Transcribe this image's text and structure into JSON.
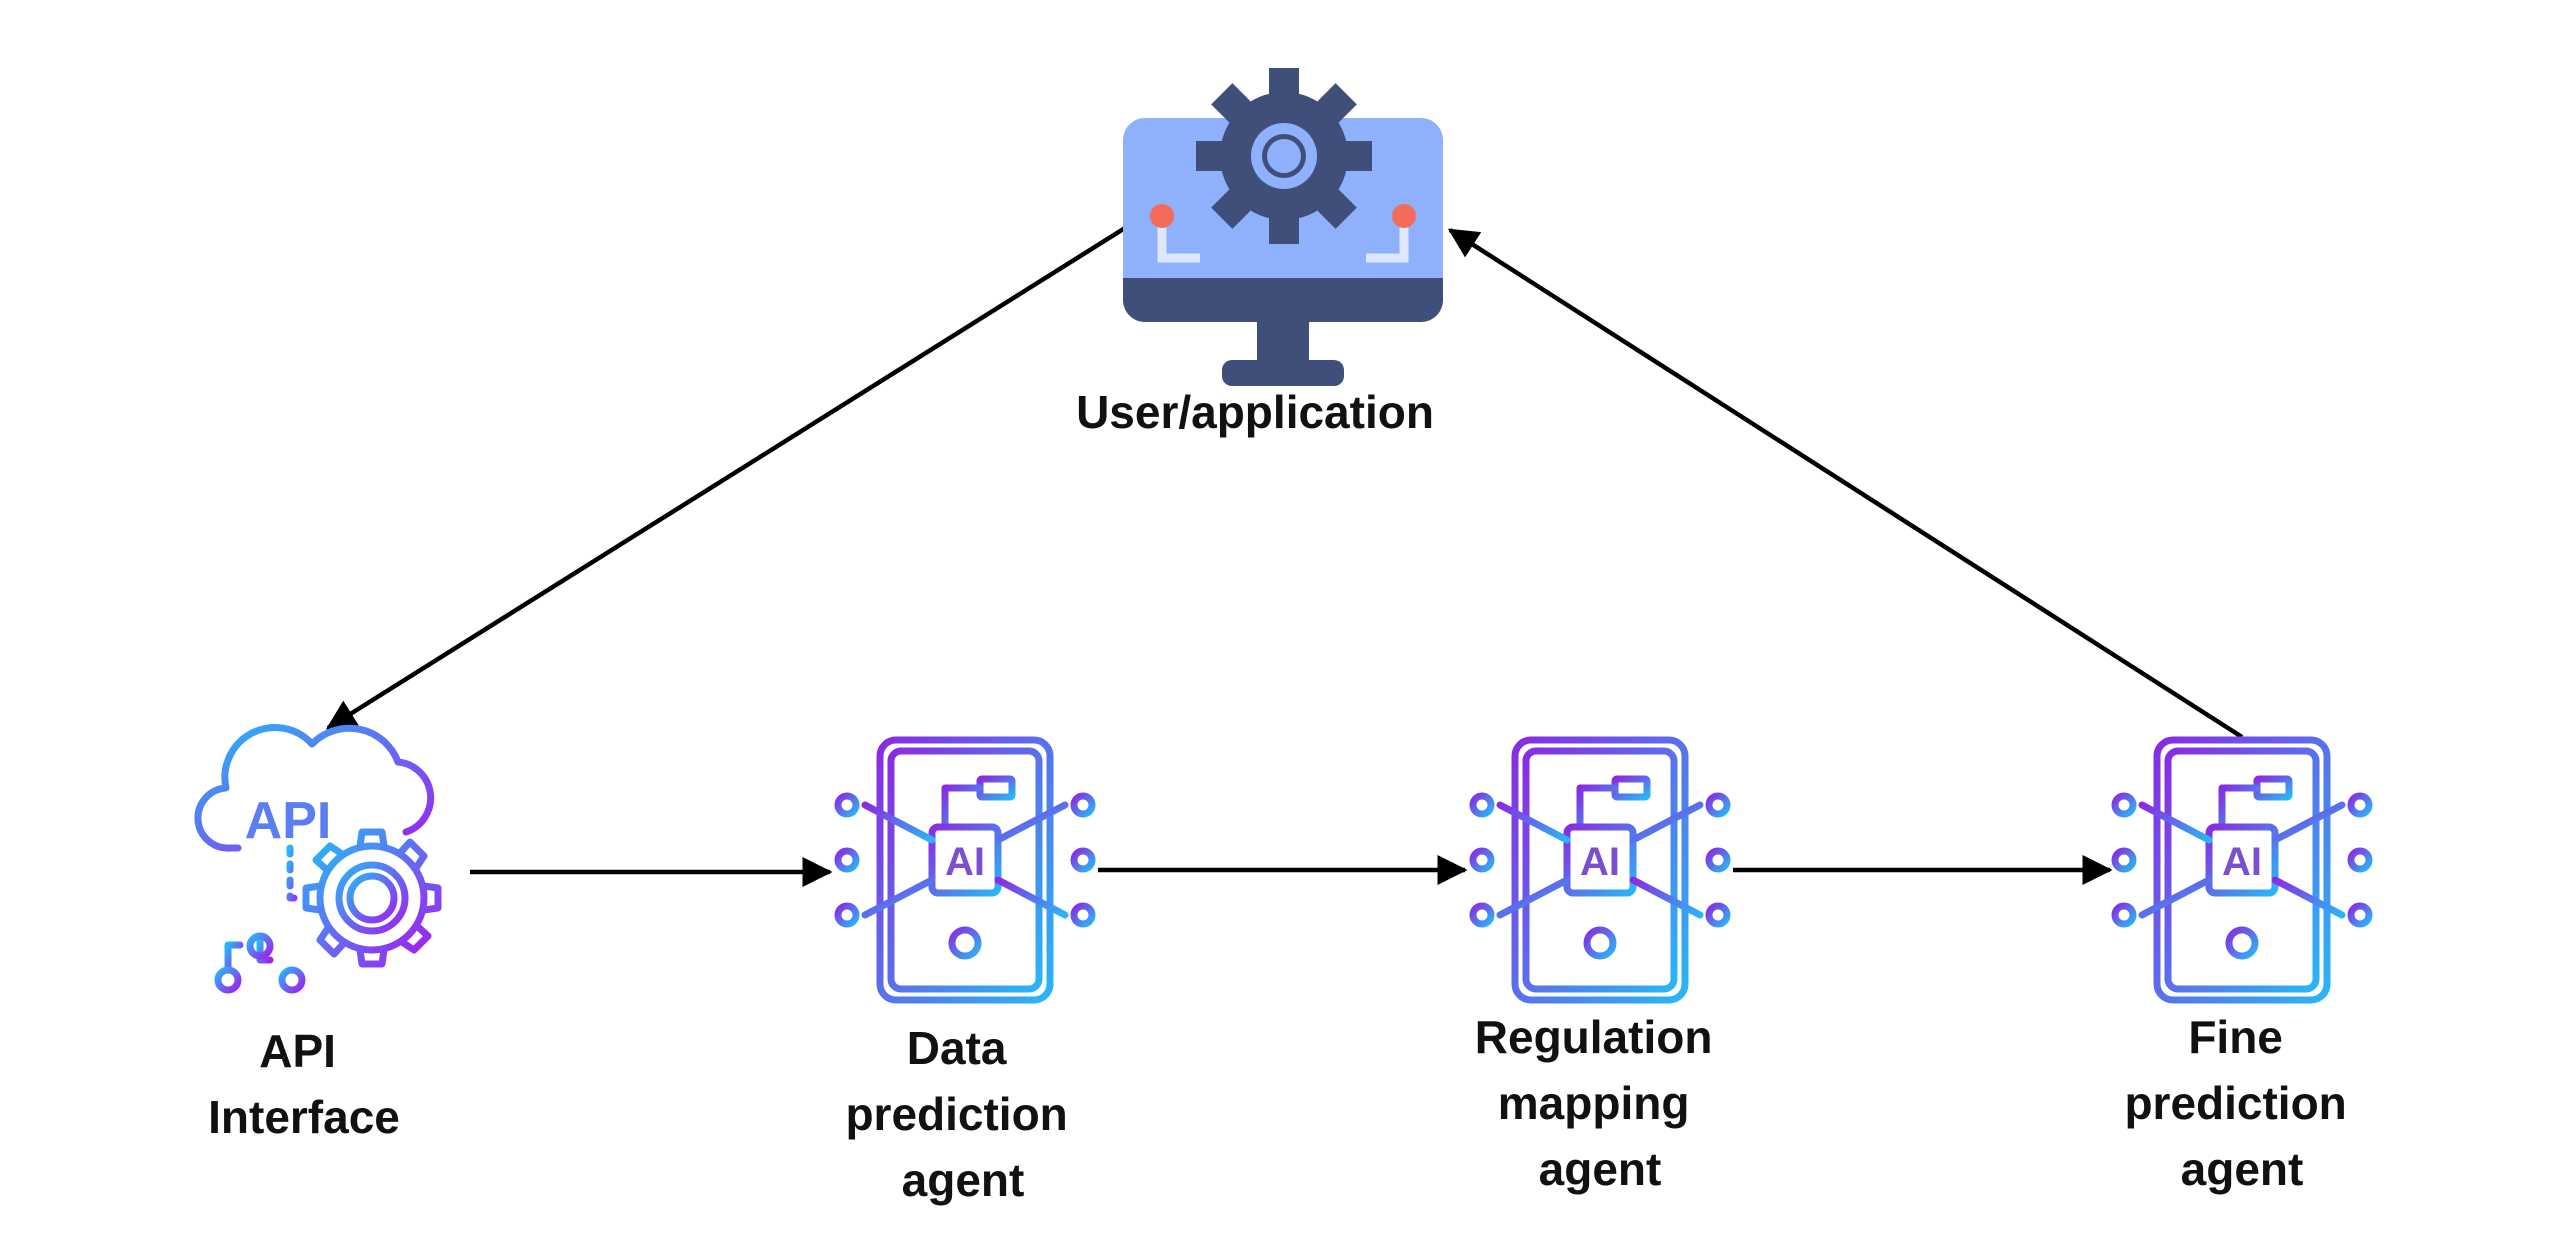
{
  "nodes": {
    "user": {
      "label": "User/application",
      "icon": "monitor-gear-icon"
    },
    "api": {
      "label_lines": [
        "API",
        "Interface"
      ],
      "icon": "api-cloud-gear-icon",
      "icon_text": "API"
    },
    "data_agent": {
      "label_lines": [
        "Data",
        "prediction",
        "agent"
      ],
      "icon": "ai-chip-icon",
      "icon_text": "AI"
    },
    "regulation_agent": {
      "label_lines": [
        "Regulation",
        "mapping",
        "agent"
      ],
      "icon": "ai-chip-icon",
      "icon_text": "AI"
    },
    "fine_agent": {
      "label_lines": [
        "Fine",
        "prediction",
        "agent"
      ],
      "icon": "ai-chip-icon",
      "icon_text": "AI"
    }
  },
  "edges": [
    {
      "from": "user",
      "to": "api"
    },
    {
      "from": "api",
      "to": "data_agent"
    },
    {
      "from": "data_agent",
      "to": "regulation_agent"
    },
    {
      "from": "regulation_agent",
      "to": "fine_agent"
    },
    {
      "from": "fine_agent",
      "to": "user"
    }
  ],
  "colors": {
    "monitor_screen": "#8fb1fb",
    "monitor_dark": "#3f4f7a",
    "monitor_accent": "#f46b5a",
    "gradient_start": "#8a2be2",
    "gradient_end": "#29b6f6",
    "arrow": "#000000"
  }
}
